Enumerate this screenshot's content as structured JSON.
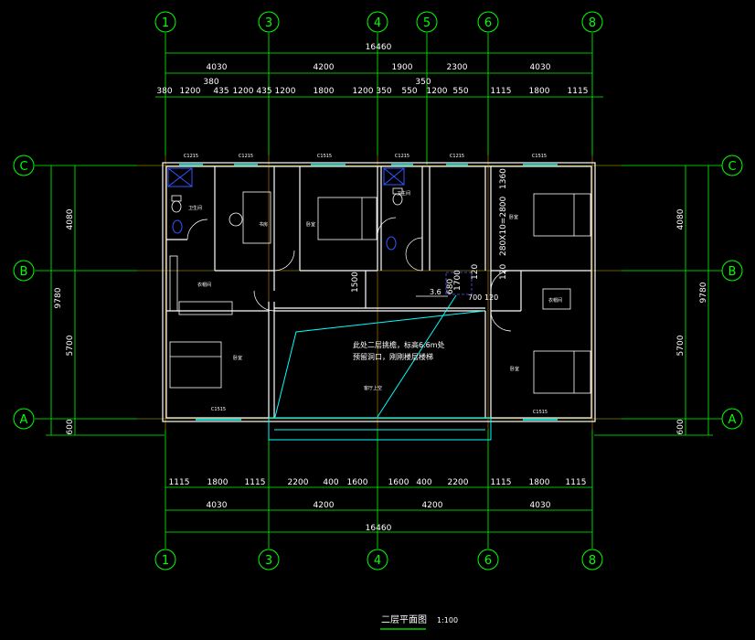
{
  "drawing": {
    "title": "二层平面图",
    "scale": "1:100"
  },
  "grid": {
    "vertical": [
      "1",
      "3",
      "4",
      "5",
      "6",
      "8"
    ],
    "horizontal": [
      "C",
      "B",
      "A"
    ]
  },
  "dimensions": {
    "top_total": "16460",
    "top_row1": [
      "4030",
      "4200",
      "1900",
      "2300",
      "4030"
    ],
    "top_row2": [
      "380",
      "1200",
      "435",
      "1200",
      "435",
      "1200",
      "1800",
      "1200",
      "350",
      "550",
      "1200",
      "550",
      "1115",
      "1800",
      "1115"
    ],
    "top_extra": [
      "380",
      "350"
    ],
    "bottom_row1": [
      "1115",
      "1800",
      "1115",
      "2200",
      "400",
      "1600",
      "1600",
      "400",
      "2200",
      "1115",
      "1800",
      "1115"
    ],
    "bottom_row2": [
      "4030",
      "4200",
      "4200",
      "4030"
    ],
    "bottom_total": "16460",
    "left_total": "9780",
    "left_parts": [
      "4080",
      "5700",
      "600"
    ],
    "right_total": "9780",
    "right_parts": [
      "4080",
      "5700",
      "600"
    ]
  },
  "windows": [
    "C1215",
    "C1215",
    "C1515",
    "C1215",
    "C1215",
    "C1515",
    "C1515",
    "C1515"
  ],
  "rooms": {
    "bath1": "卫生间",
    "study": "书房",
    "bedroom1": "卧室",
    "bath2": "卫生间",
    "bedroom2": "卧室",
    "closet": "衣帽间",
    "bedroom3": "卧室",
    "bedroom4": "卧室",
    "storage": "衣帽间",
    "living_void": "客厅上空"
  },
  "notes": {
    "level": "3.6",
    "void_note_1": "此处二层挑檐，标高6.6m处",
    "void_note_2": "预留洞口，刚刚楼层楼梯",
    "corridor_width": "1500",
    "stair_dims": [
      "680",
      "1700",
      "120",
      "700",
      "120"
    ],
    "room_dims": [
      "1360",
      "280X10=2800",
      "120"
    ]
  },
  "colors": {
    "background": "#000000",
    "grid_line": "#00ff00",
    "wall": "#ffffff",
    "axis": "#ff0000",
    "window": "#00ffff",
    "fixture": "#0000ff"
  }
}
